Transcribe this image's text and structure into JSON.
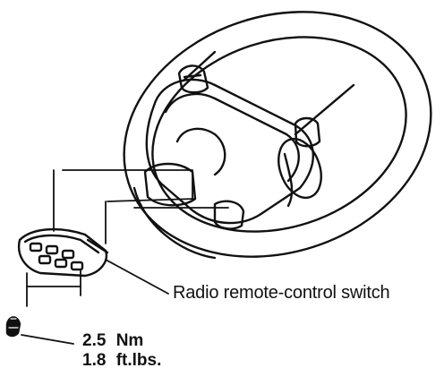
{
  "callout": {
    "radio_switch_label": "Radio remote-control switch"
  },
  "torque": {
    "metric": "2.5  Nm",
    "imperial": "1.8  ft.lbs."
  },
  "colors": {
    "line": "#111111",
    "background": "#ffffff"
  }
}
